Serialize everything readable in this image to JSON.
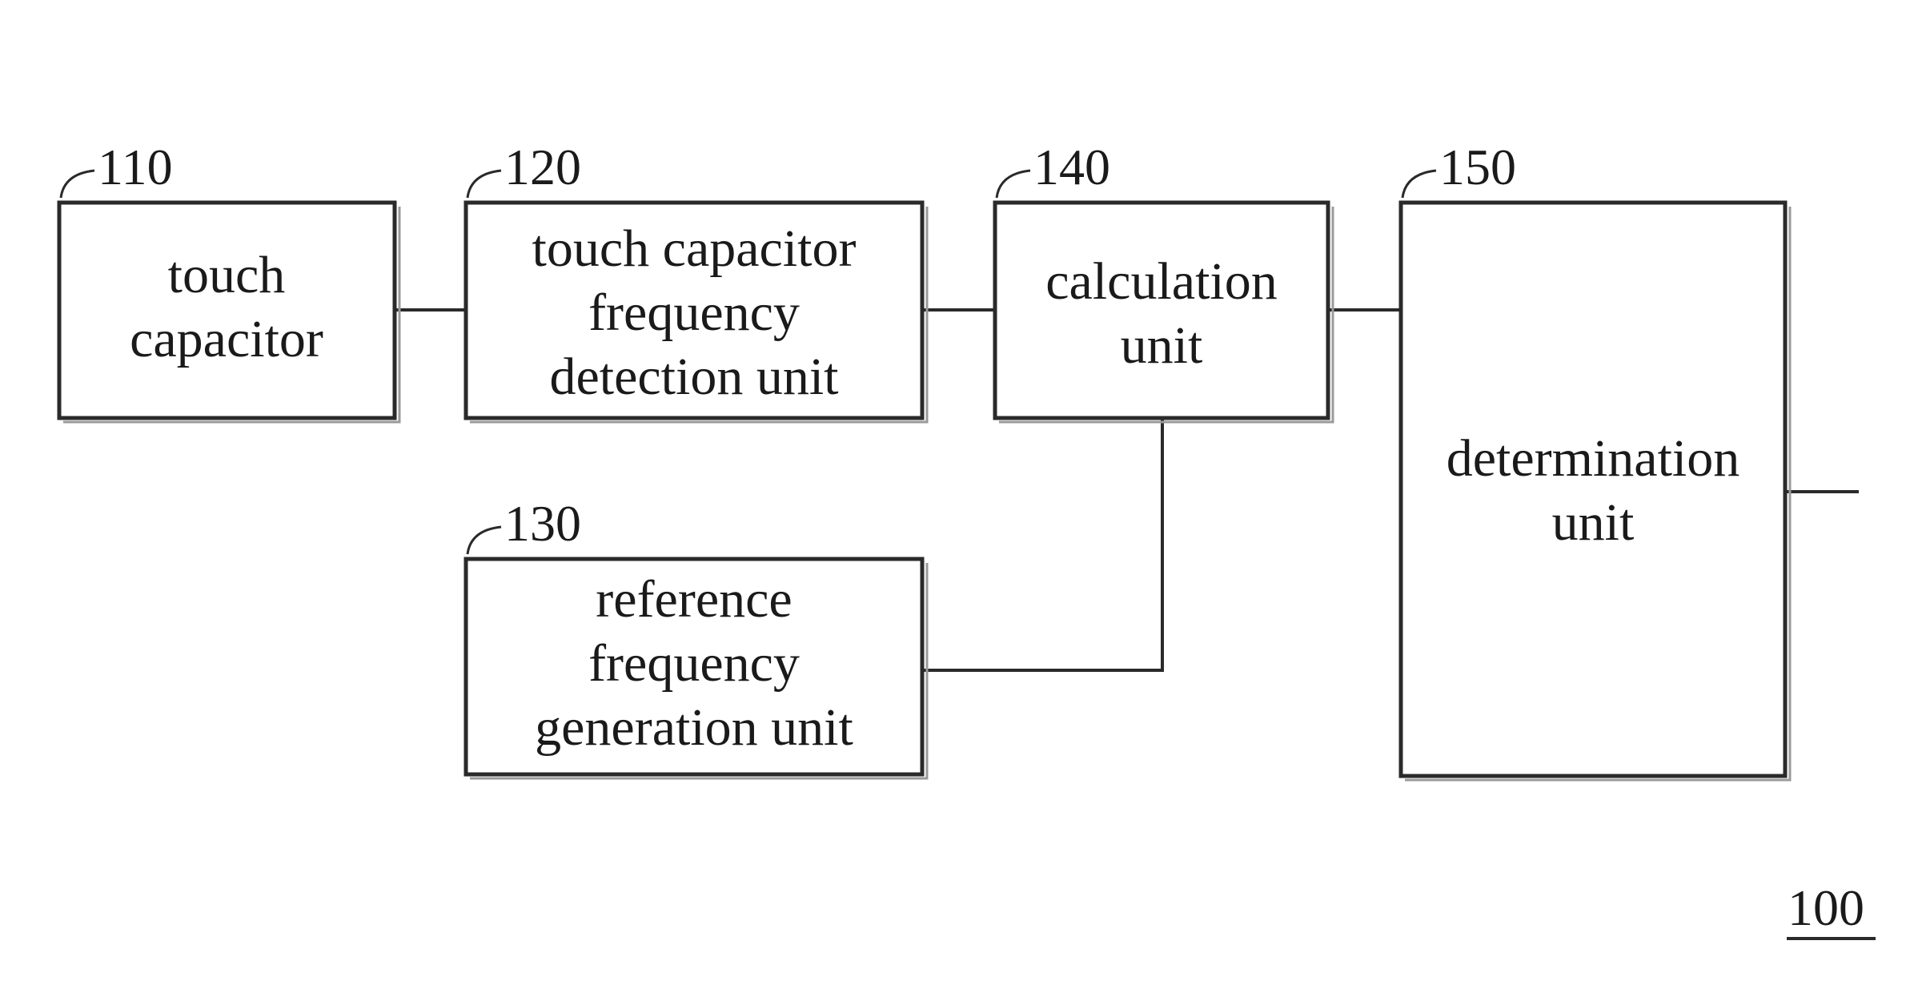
{
  "blocks": {
    "b110": {
      "ref": "110",
      "lines": [
        "touch",
        "capacitor"
      ]
    },
    "b120": {
      "ref": "120",
      "lines": [
        "touch capacitor",
        "frequency",
        "detection unit"
      ]
    },
    "b130": {
      "ref": "130",
      "lines": [
        "reference",
        "frequency",
        "generation unit"
      ]
    },
    "b140": {
      "ref": "140",
      "lines": [
        "calculation",
        "unit"
      ]
    },
    "b150": {
      "ref": "150",
      "lines": [
        "determination",
        "unit"
      ]
    }
  },
  "figure_ref": "100"
}
